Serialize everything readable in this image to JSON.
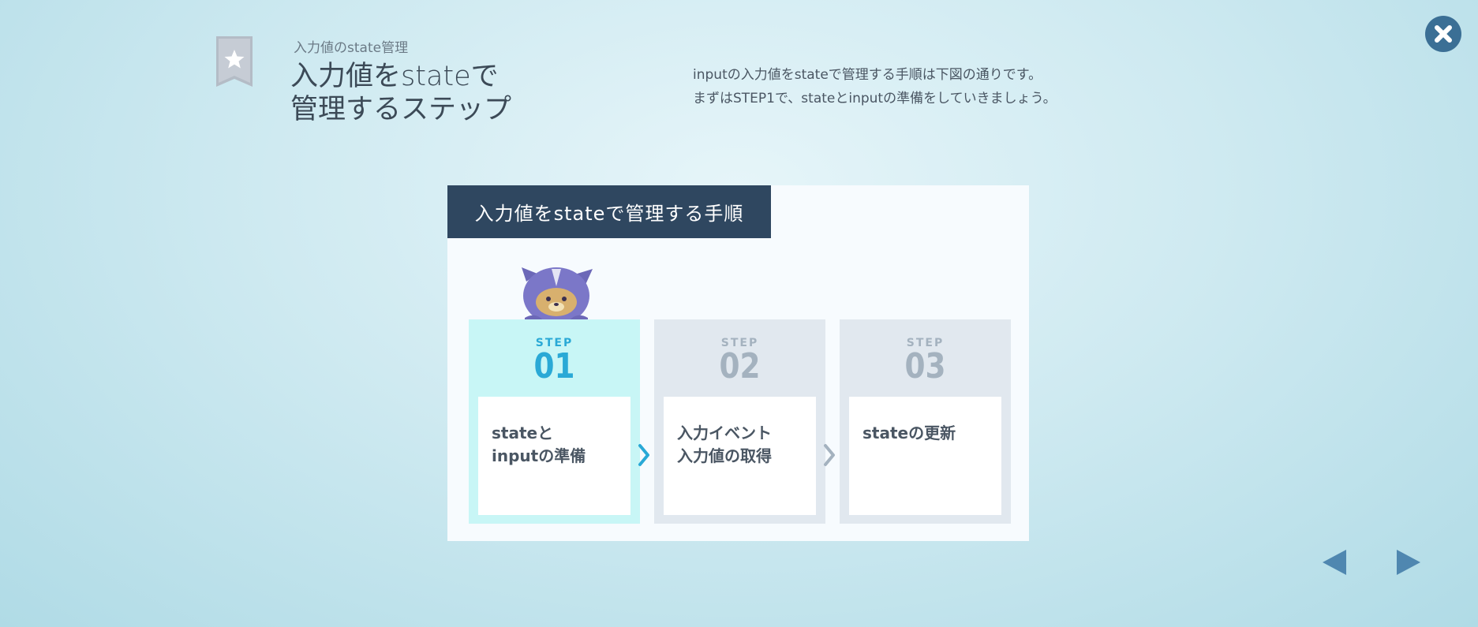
{
  "header": {
    "subtitle": "入力値のstate管理",
    "title_lines": [
      "入力値をstateで",
      "管理するステップ"
    ],
    "description_lines": [
      "inputの入力値をstateで管理する手順は下図の通りです。",
      "まずはSTEP1で、stateとinputの準備をしていきましょう。"
    ]
  },
  "icons": {
    "bookmark": "bookmark-star-icon",
    "close": "close-icon",
    "prev": "triangle-left-icon",
    "next": "triangle-right-icon",
    "mascot": "mascot-character"
  },
  "panel": {
    "heading": "入力値をstateで管理する手順",
    "steps": [
      {
        "label": "STEP",
        "number": "01",
        "lines": [
          "stateと",
          "inputの準備"
        ],
        "active": true
      },
      {
        "label": "STEP",
        "number": "02",
        "lines": [
          "入力イベント",
          "入力値の取得"
        ],
        "active": false
      },
      {
        "label": "STEP",
        "number": "03",
        "lines": [
          "stateの更新"
        ],
        "active": false
      }
    ]
  },
  "colors": {
    "accent": "#2aa9d6",
    "header_bg": "#2f4760",
    "active_step_bg": "#c8f6f6",
    "inactive_step_bg": "#e1e8ef",
    "nav": "#4f87b0"
  }
}
